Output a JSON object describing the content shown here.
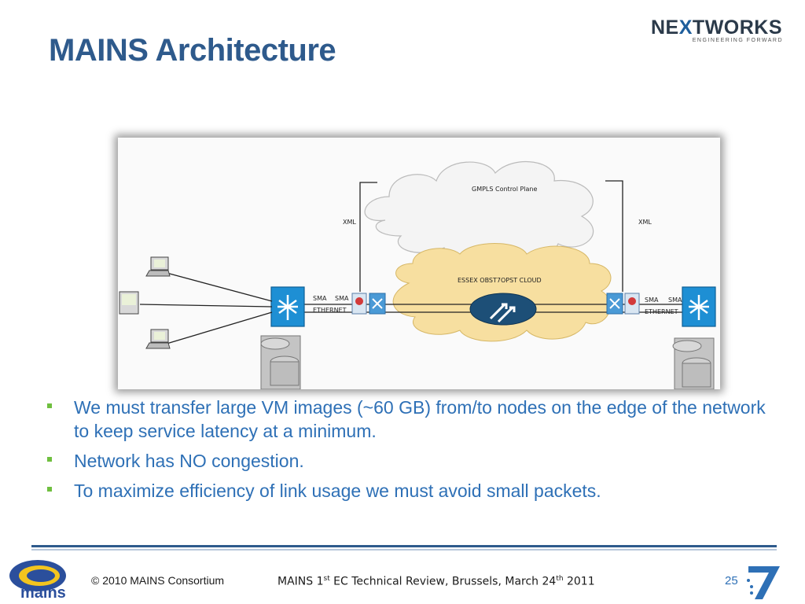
{
  "slide": {
    "title": "MAINS Architecture",
    "logo": {
      "brand_left": "NE",
      "brand_mid": "X",
      "brand_right": "TWORKS",
      "tagline": "ENGINEERING FORWARD"
    },
    "diagram": {
      "control_plane_label": "GMPLS Control Plane",
      "cloud_label": "ESSEX OBST7OPST CLOUD",
      "xml_left": "XML",
      "xml_right": "XML",
      "sma_left_1": "SMA",
      "sma_left_2": "SMA",
      "ethernet_left": "ETHERNET",
      "sma_right_1": "SMA",
      "sma_right_2": "SMA",
      "ethernet_right": "ETHERNET"
    },
    "bullets": [
      "We must transfer large VM images (~60 GB) from/to nodes on the edge of the network to keep service latency at a minimum.",
      "Network has NO congestion.",
      "To maximize efficiency of link usage we must avoid small packets."
    ],
    "footer": {
      "copyright": "© 2010 MAINS Consortium",
      "review_prefix": "MAINS 1",
      "review_sup1": "st",
      "review_mid": " EC Technical Review, Brussels, March 24",
      "review_sup2": "th",
      "review_suffix": " 2011",
      "page_number": "25",
      "mains_logo_text": "mains"
    },
    "colors": {
      "title": "#2e5a8c",
      "bullet_text": "#2e70b6",
      "bullet_marker": "#6fbf3f",
      "rule": "#2e5a8c"
    }
  }
}
